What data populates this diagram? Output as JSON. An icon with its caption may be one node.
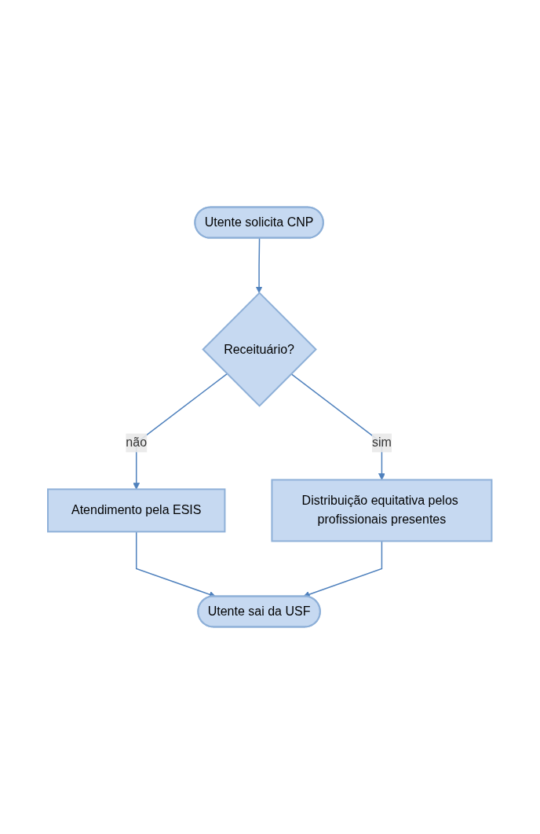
{
  "diagram": {
    "nodes": [
      {
        "text": [
          "Utente solicita CNP"
        ]
      },
      {
        "text": [
          "Receituário?"
        ]
      },
      {
        "text": [
          "Atendimento pela ESIS"
        ]
      },
      {
        "text": [
          "Distribuição equitativa pelos profissionais presentes"
        ]
      },
      {
        "text": [
          "Utente sai da USF"
        ]
      }
    ],
    "edges": [
      {
        "from": 0,
        "to": 1,
        "arrow": "to"
      },
      {
        "from": 1,
        "to": 2,
        "arrow": "to",
        "label": "não"
      },
      {
        "from": 1,
        "to": 3,
        "arrow": "to",
        "label": "sim"
      },
      {
        "from": 2,
        "to": 4,
        "arrow": "to"
      },
      {
        "from": 3,
        "to": 4,
        "arrow": "to"
      }
    ]
  }
}
